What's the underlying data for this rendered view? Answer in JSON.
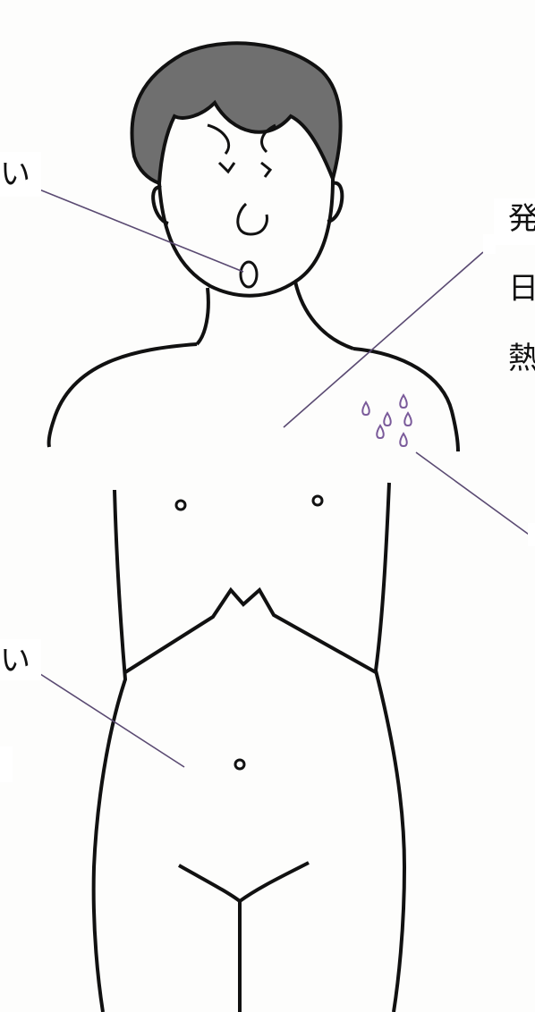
{
  "labels": {
    "mouth_label": "い",
    "upper_right_1": "発",
    "upper_right_2": "日",
    "upper_right_3": "熱",
    "belly_label": "い"
  },
  "colors": {
    "hair": "#6f6f6f",
    "line": "#111111",
    "leader": "#5a4a72",
    "blister": "#7a5a9a",
    "paper": "#fdfdfc"
  }
}
